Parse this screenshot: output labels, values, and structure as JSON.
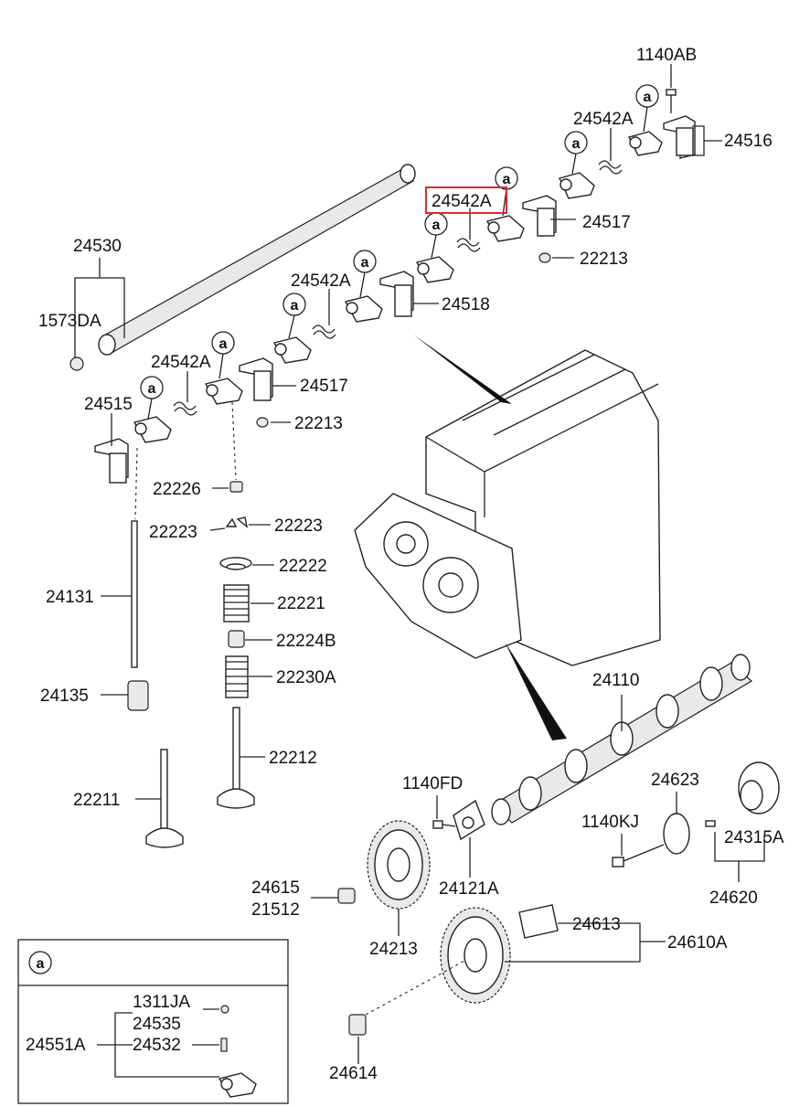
{
  "labels": {
    "p1140AB": "1140AB",
    "p24542A_top": "24542A",
    "p24516": "24516",
    "p24542A_hl": "24542A",
    "p24517_top": "24517",
    "p22213_top": "22213",
    "p24530": "24530",
    "p1573DA": "1573DA",
    "p24542A_mid": "24542A",
    "p24518": "24518",
    "p24542A_low": "24542A",
    "p24517_low": "24517",
    "p24515": "24515",
    "p22213_low": "22213",
    "p22226": "22226",
    "p22223_l": "22223",
    "p22223_r": "22223",
    "p22222": "22222",
    "p22221": "22221",
    "p24131": "24131",
    "p22224B": "22224B",
    "p22230A": "22230A",
    "p24135": "24135",
    "p24110": "24110",
    "p22212": "22212",
    "p22211": "22211",
    "p1140FD": "1140FD",
    "p24623": "24623",
    "p1140KJ": "1140KJ",
    "p24315A": "24315A",
    "p24620": "24620",
    "p24615": "24615",
    "p21512": "21512",
    "p24121A": "24121A",
    "p24213": "24213",
    "p24613": "24613",
    "p24610A": "24610A",
    "p1311JA": "1311JA",
    "p24535": "24535",
    "p24551A": "24551A",
    "p24532": "24532",
    "p24614": "24614"
  },
  "callout_marker": "a",
  "legend": {
    "marker": "a"
  },
  "colors": {
    "highlight": "#e0272a",
    "ink": "#222222"
  }
}
